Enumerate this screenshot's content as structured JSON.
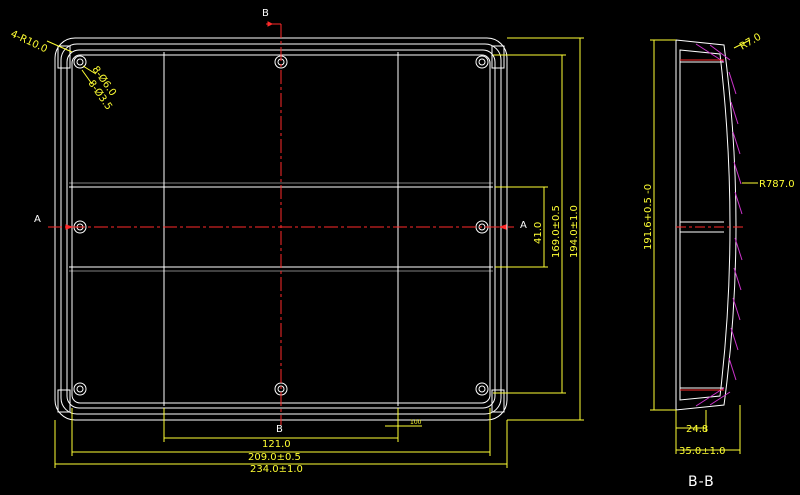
{
  "colors": {
    "background": "#000000",
    "outline": "#ffffff",
    "dimension": "#ffff33",
    "section_line": "#ff2a2a",
    "hatch": "#cc33cc"
  },
  "section_marks": {
    "a": "A",
    "b": "B"
  },
  "front_view": {
    "corner_radius": "4-R10.0",
    "hole_outer": "8-Ø6.0",
    "hole_inner": "8-Ø3.5",
    "dims_horizontal": [
      "121.0",
      "209.0±0.5",
      "234.0±1.0"
    ],
    "dims_vertical": [
      "41.0",
      "169.0±0.5",
      "194.0±1.0"
    ],
    "small_dim": "100"
  },
  "section_view": {
    "title": "B-B",
    "radius_small": "R7.0",
    "radius_large": "R787.0",
    "height": "191.6+0.5 -0",
    "dims_horizontal": [
      "24.8",
      "35.0±1.0"
    ]
  }
}
